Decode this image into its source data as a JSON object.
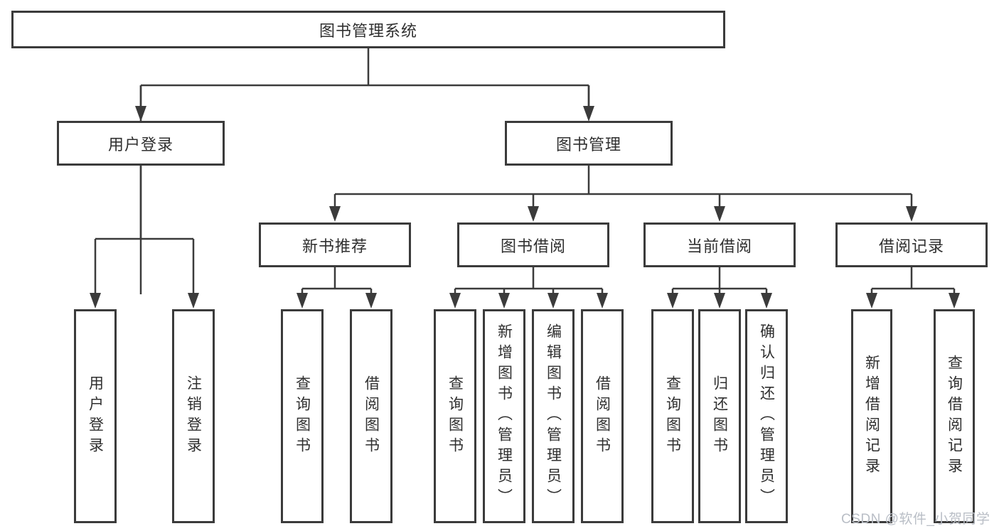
{
  "diagram": {
    "title": "图书管理系统",
    "level2": {
      "user_login": "用户登录",
      "book_mgmt": "图书管理"
    },
    "level3": {
      "new_books": "新书推荐",
      "book_borrow": "图书借阅",
      "current_borrow": "当前借阅",
      "borrow_records": "借阅记录"
    },
    "leaves": {
      "user_login": [
        "用户登录",
        "注销登录"
      ],
      "new_books": [
        "查询图书",
        "借阅图书"
      ],
      "book_borrow": [
        "查询图书",
        "新增图书（管理员）",
        "编辑图书（管理员）",
        "借阅图书"
      ],
      "current_borrow": [
        "查询图书",
        "归还图书",
        "确认归还（管理员）"
      ],
      "borrow_records": [
        "新增借阅记录",
        "查询借阅记录"
      ]
    }
  },
  "watermark": {
    "text": "CSDN @软件_小贺同学"
  },
  "colors": {
    "line": "#3b3b3b",
    "text": "#2f2f2f",
    "watermark": "#b9bec6",
    "background": "#ffffff"
  }
}
